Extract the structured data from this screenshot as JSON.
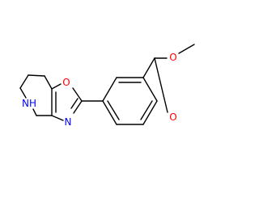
{
  "molecule": {
    "atoms": {
      "oxazole_o": {
        "symbol": "O",
        "color": "#ff0000"
      },
      "oxazole_n": {
        "symbol": "N",
        "color": "#0000ff"
      },
      "amine_nh": {
        "symbol": "NH",
        "color": "#0000ff"
      },
      "carbonyl_o": {
        "symbol": "O",
        "color": "#ff0000"
      },
      "ester_o": {
        "symbol": "O",
        "color": "#ff0000"
      }
    }
  }
}
